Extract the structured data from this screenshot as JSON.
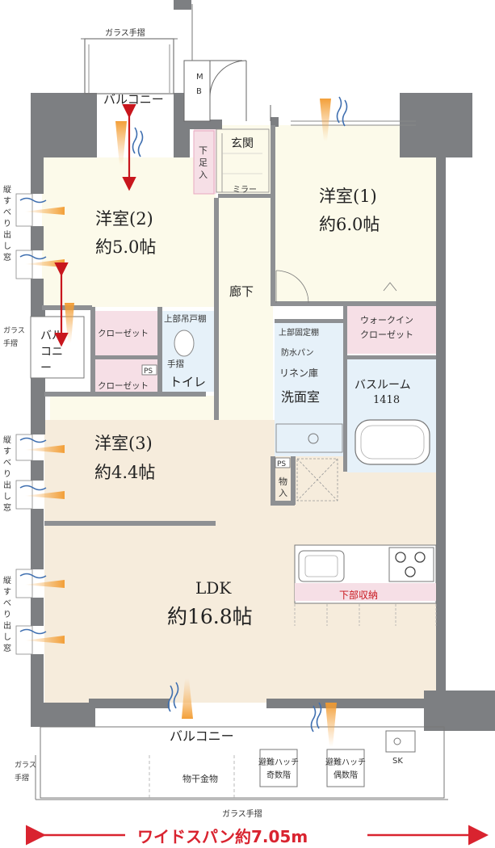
{
  "labels": {
    "glass_rail_top": "ガラス手摺",
    "balcony_top": "バルコニー",
    "mb": "M B",
    "genkan": "玄関",
    "getabako": "下足入",
    "mirror": "ミラー",
    "room1_name": "洋室(1)",
    "room1_size": "約6.0帖",
    "room2_name": "洋室(2)",
    "room2_size": "約5.0帖",
    "room3_name": "洋室(3)",
    "room3_size": "約4.4帖",
    "corridor": "廊下",
    "closet": "クローゼット",
    "upper_cabinet": "上部吊戸棚",
    "ps": "PS",
    "handrail": "手摺",
    "toilet": "トイレ",
    "wic_line1": "ウォークイン",
    "wic_line2": "クローゼット",
    "upper_fixed_shelf": "上部固定棚",
    "waterproof_pan": "防水パン",
    "linen": "リネン庫",
    "washroom": "洗面室",
    "bath_name": "バスルーム",
    "bath_size": "1418",
    "storage": "物入",
    "ldk_name": "LDK",
    "ldk_size": "約16.8帖",
    "under_storage": "下部収納",
    "balcony_bottom": "バルコニー",
    "sk": "SK",
    "laundry_hanger": "物干金物",
    "hatch_odd_1": "避難ハッチ",
    "hatch_odd_2": "奇数階",
    "hatch_even_1": "避難ハッチ",
    "hatch_even_2": "偶数階",
    "glass_rail_bottom": "ガラス手摺",
    "glass_rail_left_bottom": "ガラス手摺",
    "glass_rail_left_mid": "ガラス手摺",
    "balcony_left": "バルコニー",
    "window_1": "縦すべり出し窓",
    "window_2": "縦すべり出し窓",
    "window_3": "縦すべり出し窓",
    "wide_span": "ワイドスパン約7.05m"
  },
  "colors": {
    "wall": "#7d7f82",
    "room": "#fcfaea",
    "floor_ldk": "#f6ecdc",
    "wet": "#e6f1f9",
    "storage": "#f6dfe6",
    "pink_wall": "#e8a9c0",
    "accent_red": "#c8161d",
    "arrow_red": "#c8161d",
    "span_red": "#d9232f"
  }
}
